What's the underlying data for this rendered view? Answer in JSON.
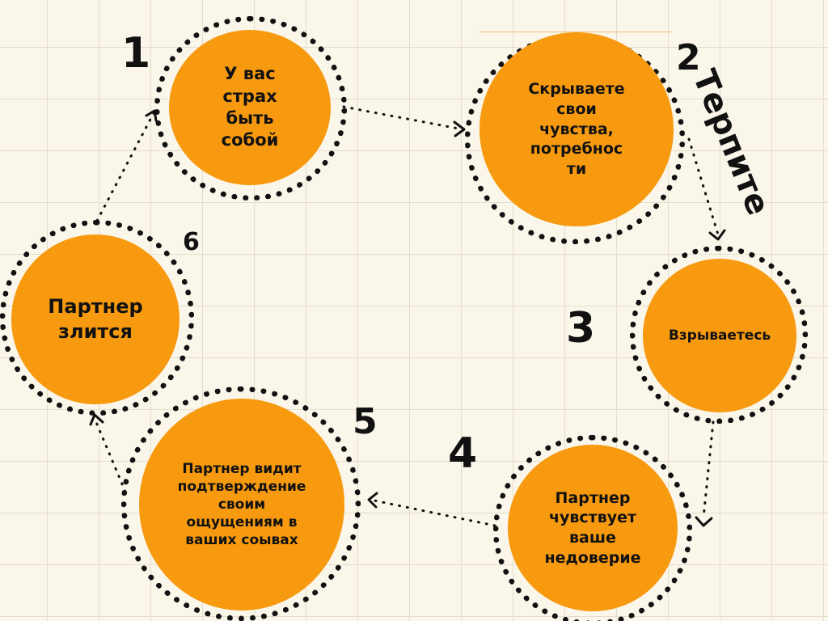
{
  "colors": {
    "node_fill": "#f79a0f",
    "ring": "#111111",
    "arrow": "#111111",
    "text": "#111111"
  },
  "nodes": [
    {
      "id": "fear",
      "number": "1",
      "label": "У вас\nстрах\nбыть\nсобой"
    },
    {
      "id": "hide",
      "number": "2",
      "label": "Скрываете\nсвои\nчувства,\nпотребнос\nти"
    },
    {
      "id": "explode",
      "number": "3",
      "label": "Взрываетесь"
    },
    {
      "id": "distrust",
      "number": "4",
      "label": "Партнер\nчувствует\nваше\nнедоверие"
    },
    {
      "id": "confirm",
      "number": "5",
      "label": "Партнер видит\nподтверждение\nсвоим\nощущениям в\nваших соывах"
    },
    {
      "id": "angry",
      "number": "6",
      "label": "Партнер\nзлится"
    }
  ],
  "side_label": "Терпите"
}
